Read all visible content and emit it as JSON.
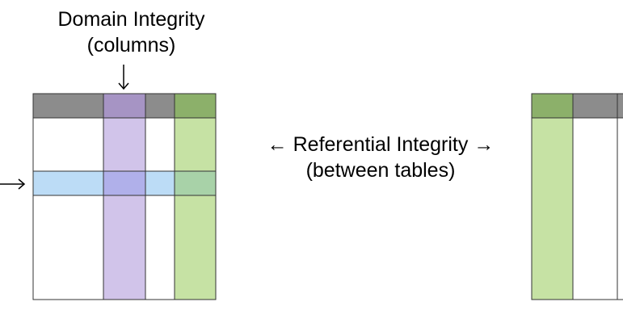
{
  "domain_integrity": {
    "line1": "Domain Integrity",
    "line2": "(columns)"
  },
  "referential_integrity": {
    "left_arrow": "←",
    "text": "Referential Integrity",
    "right_arrow": "→",
    "line2": "(between tables)"
  },
  "colors": {
    "header": "#8c8c8c",
    "header_domain": "#a694c4",
    "header_key": "#8cb06a",
    "domain_column": "#d1c4ea",
    "key_column": "#c6e2a4",
    "entity_row": "#bcdcf6",
    "overlap_row_domain": "#b0b0ea",
    "overlap_row_key": "#a8d2a8",
    "border": "#333333"
  },
  "icons": {
    "down_arrow": "↓",
    "right_arrow": "→"
  }
}
